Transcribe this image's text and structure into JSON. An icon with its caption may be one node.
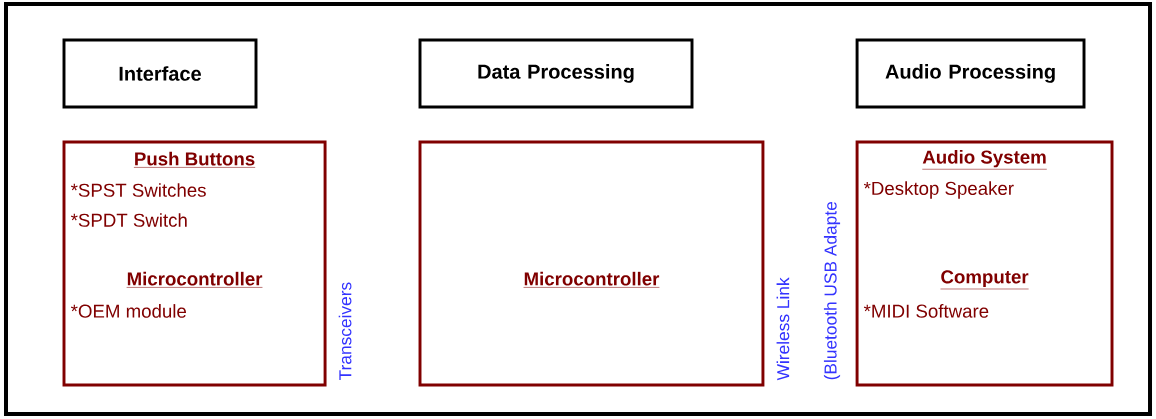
{
  "diagram": {
    "nodes": [
      {
        "text": [
          "Interface"
        ]
      },
      {
        "text": [
          "Data Processing"
        ]
      },
      {
        "text": [
          "Audio Processing"
        ]
      },
      {
        "text": [
          "Push Buttons",
          "*SPST Switches",
          "*SPDT Switch",
          "Microcontroller",
          "*OEM module"
        ]
      },
      {
        "text": [
          "Microcontroller"
        ]
      },
      {
        "text": [
          "Audio System",
          "*Desktop Speaker",
          "Computer",
          "*MIDI Software"
        ]
      }
    ],
    "edges": [],
    "labels": [
      "Transceivers",
      "Wireless Link",
      "(Bluetooth USB Adapte"
    ]
  }
}
